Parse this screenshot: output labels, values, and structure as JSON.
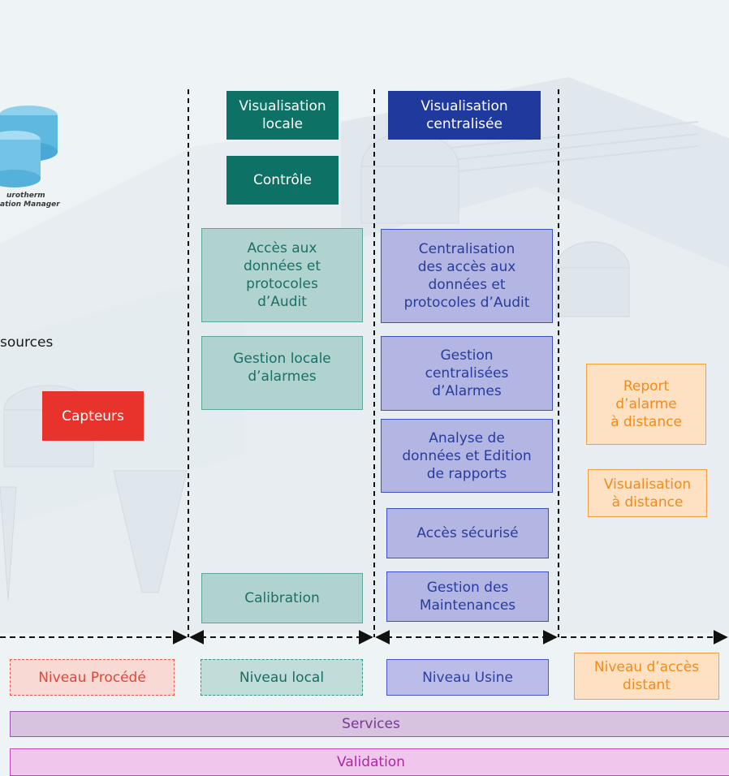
{
  "boxes": {
    "visualisation_locale": "Visualisation\nlocale",
    "visualisation_centralisee": "Visualisation\ncentralisée",
    "controle": "Contrôle",
    "acces_donnees": "Accès aux\ndonnées et\nprotocoles\nd’Audit",
    "centralisation_acces": "Centralisation\ndes accès aux\ndonnées et\nprotocoles d’Audit",
    "gestion_locale_alarmes": "Gestion locale\nd’alarmes",
    "gestion_centralisees_alarmes": "Gestion\ncentralisées\nd’Alarmes",
    "report_alarme": "Report\nd’alarme\nà distance",
    "capteurs": "Capteurs",
    "analyse_donnees": "Analyse de\ndonnées et Edition\nde rapports",
    "visualisation_distance": "Visualisation\nà distance",
    "acces_securise": "Accès sécurisé",
    "calibration": "Calibration",
    "gestion_maintenances": "Gestion des\nMaintenances"
  },
  "levels": {
    "procede": "Niveau Procédé",
    "local": "Niveau local",
    "usine": "Niveau Usine",
    "distant": "Niveau d’accès\ndistant"
  },
  "bars": {
    "services": "Services",
    "validation": "Validation"
  },
  "logo": {
    "line1": "urotherm",
    "line2": "ation Manager"
  },
  "side_text": "sources",
  "colors": {
    "dark_teal": "#0e7165",
    "dark_blue": "#1f3a9c",
    "red": "#e8322c",
    "orange": "#f28a1c",
    "purple": "#7a3891",
    "magenta": "#b0289f"
  }
}
